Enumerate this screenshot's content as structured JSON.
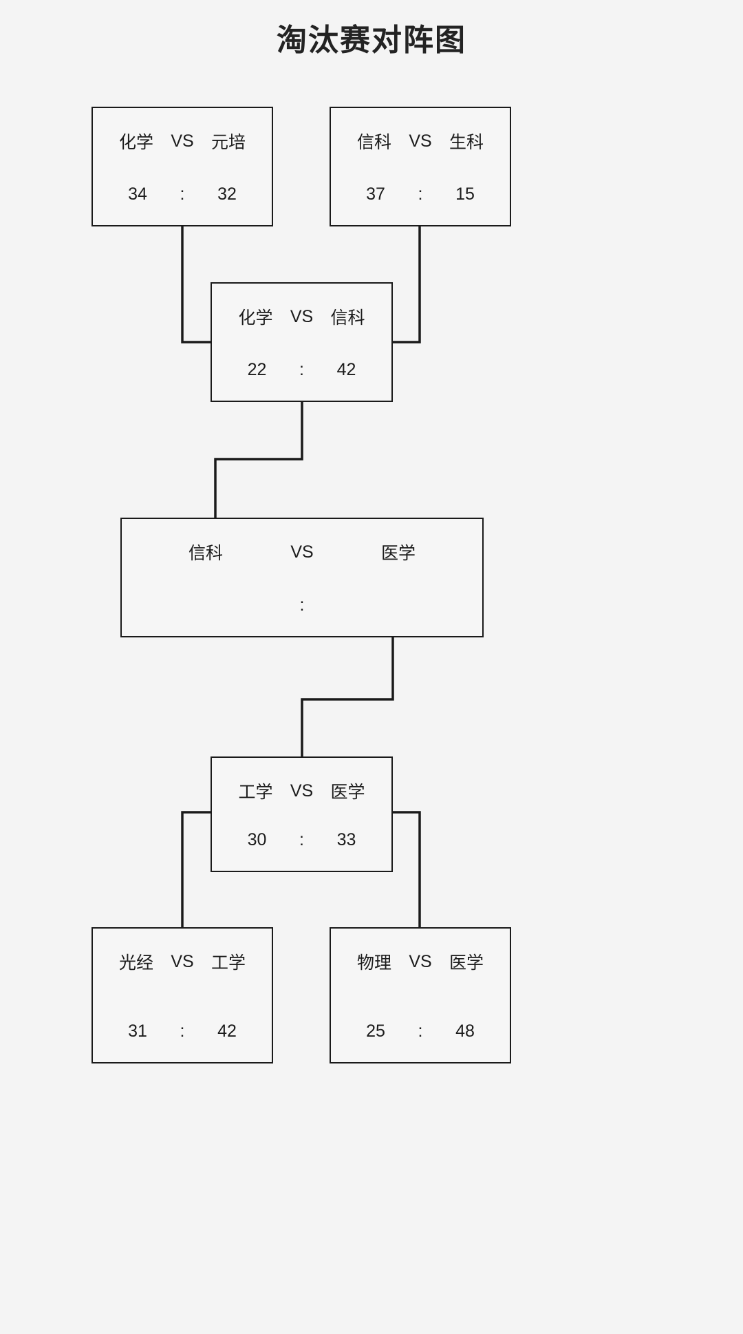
{
  "title": "淘汰赛对阵图",
  "colors": {
    "background": "#f4f4f4",
    "box_fill": "#f6f6f6",
    "line": "#1a1a1a",
    "text": "#1c1c1c",
    "title_text": "#232323"
  },
  "vs_label": "VS",
  "score_separator": ":",
  "bracket": {
    "matches": [
      {
        "id": "r1-a",
        "round": "quarterfinal",
        "team_left": "化学",
        "team_right": "元培",
        "vs": "VS",
        "score_left": "34",
        "score_sep": ":",
        "score_right": "32",
        "winner": "化学"
      },
      {
        "id": "r1-b",
        "round": "quarterfinal",
        "team_left": "信科",
        "team_right": "生科",
        "vs": "VS",
        "score_left": "37",
        "score_sep": ":",
        "score_right": "15",
        "winner": "信科"
      },
      {
        "id": "sf-top",
        "round": "semifinal",
        "team_left": "化学",
        "team_right": "信科",
        "vs": "VS",
        "score_left": "22",
        "score_sep": ":",
        "score_right": "42",
        "winner": "信科"
      },
      {
        "id": "final",
        "round": "final",
        "team_left": "信科",
        "team_right": "医学",
        "vs": "VS",
        "score_left": "",
        "score_sep": ":",
        "score_right": "",
        "winner": ""
      },
      {
        "id": "sf-bot",
        "round": "semifinal",
        "team_left": "工学",
        "team_right": "医学",
        "vs": "VS",
        "score_left": "30",
        "score_sep": ":",
        "score_right": "33",
        "winner": "医学"
      },
      {
        "id": "r1-c",
        "round": "quarterfinal",
        "team_left": "光经",
        "team_right": "工学",
        "vs": "VS",
        "score_left": "31",
        "score_sep": ":",
        "score_right": "42",
        "winner": "工学"
      },
      {
        "id": "r1-d",
        "round": "quarterfinal",
        "team_left": "物理",
        "team_right": "医学",
        "vs": "VS",
        "score_left": "25",
        "score_sep": ":",
        "score_right": "48",
        "winner": "医学"
      }
    ]
  }
}
